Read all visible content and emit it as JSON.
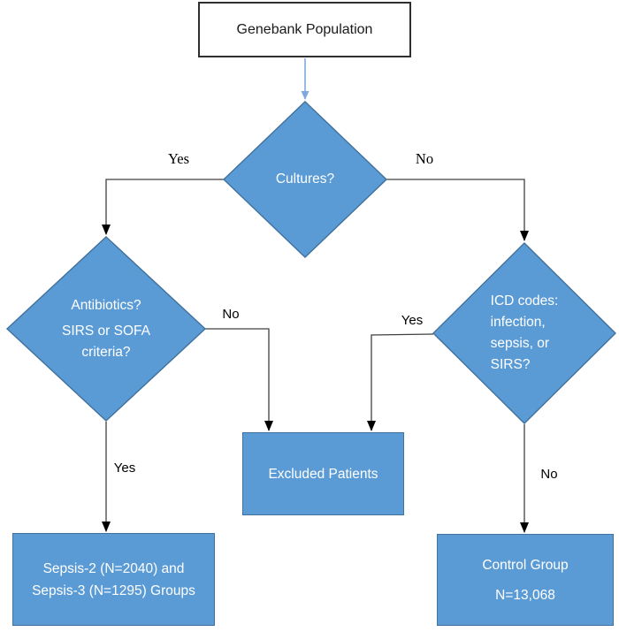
{
  "colors": {
    "shape_fill": "#5b9bd5",
    "shape_border": "#41719c",
    "start_border": "#2f2f2f",
    "connector": "#404040",
    "accent_connector": "#7fa8dc",
    "shape_text": "#ffffff",
    "label_text": "#000000"
  },
  "nodes": {
    "genebank": {
      "label": "Genebank Population"
    },
    "cultures": {
      "label": "Cultures?"
    },
    "antibiotics": {
      "lines": [
        "Antibiotics?",
        "SIRS or SOFA",
        "criteria?"
      ]
    },
    "icd": {
      "lines": [
        "ICD codes:",
        "infection,",
        "sepsis, or",
        "SIRS?"
      ]
    },
    "excluded": {
      "label": "Excluded Patients"
    },
    "sepsis_groups": {
      "lines": [
        "Sepsis-2 (N=2040) and",
        "Sepsis-3 (N=1295) Groups"
      ]
    },
    "control": {
      "lines": [
        "Control Group",
        "N=13,068"
      ]
    }
  },
  "edge_labels": {
    "cultures_to_antibiotics": "Yes",
    "cultures_to_icd": "No",
    "antibiotics_to_excluded": "No",
    "icd_to_excluded": "Yes",
    "antibiotics_to_sepsis": "Yes",
    "icd_to_control": "No"
  }
}
